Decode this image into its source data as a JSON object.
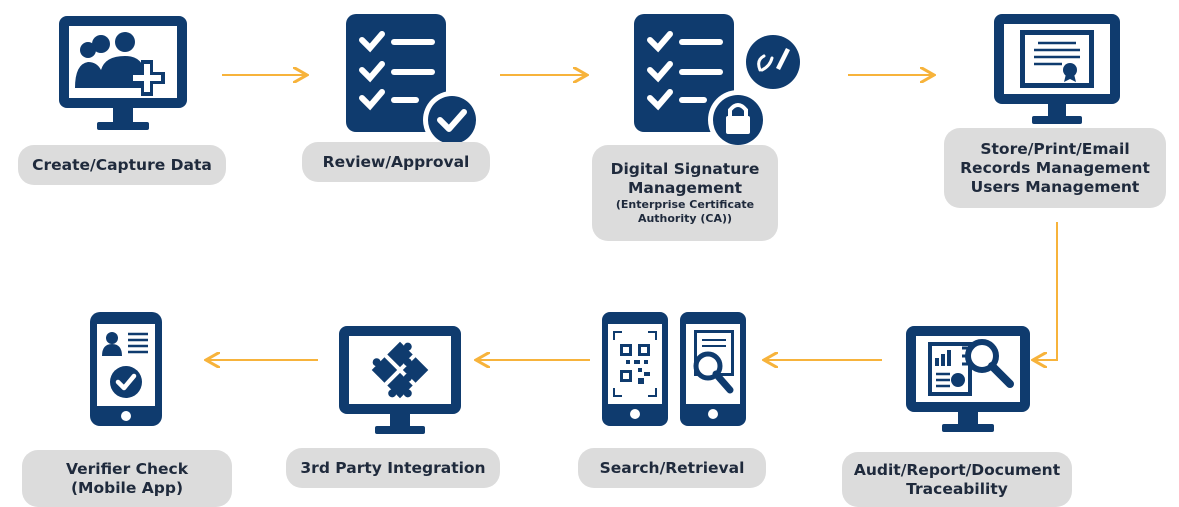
{
  "colors": {
    "navy": "#0f3b6e",
    "orange": "#f7b33b",
    "label_bg": "#dcdcdc"
  },
  "steps": [
    {
      "id": "create",
      "icon": "users-add-monitor-icon",
      "lines": [
        "Create/Capture Data"
      ]
    },
    {
      "id": "review",
      "icon": "checklist-approved-icon",
      "lines": [
        "Review/Approval"
      ]
    },
    {
      "id": "signature",
      "icon": "checklist-lock-signature-icon",
      "lines": [
        "Digital Signature",
        "Management"
      ],
      "sub": [
        "(Enterprise Certificate",
        "Authority (CA))"
      ]
    },
    {
      "id": "store",
      "icon": "certificate-monitor-icon",
      "lines": [
        "Store/Print/Email",
        "Records Management",
        "Users Management"
      ]
    },
    {
      "id": "audit",
      "icon": "report-search-monitor-icon",
      "lines": [
        "Audit/Report/Document",
        "Traceability"
      ]
    },
    {
      "id": "search",
      "icon": "qr-search-phones-icon",
      "lines": [
        "Search/Retrieval"
      ]
    },
    {
      "id": "integration",
      "icon": "puzzle-monitor-icon",
      "lines": [
        "3rd Party Integration"
      ]
    },
    {
      "id": "verifier",
      "icon": "mobile-verified-id-icon",
      "lines": [
        "Verifier Check",
        "(Mobile App)"
      ]
    }
  ]
}
